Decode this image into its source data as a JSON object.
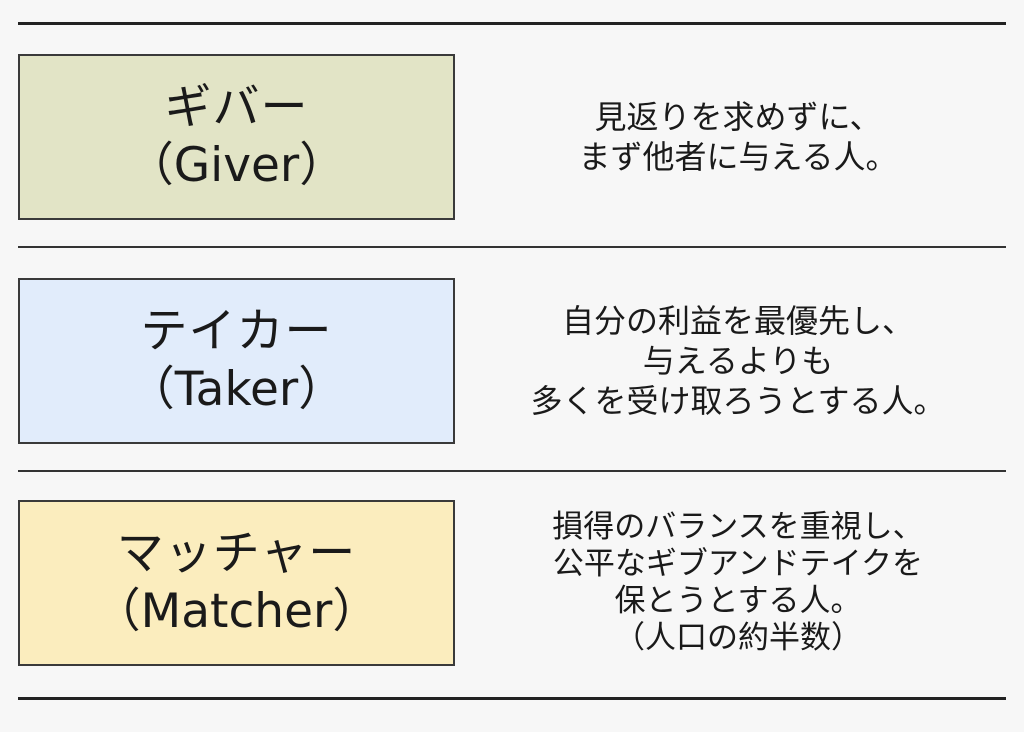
{
  "colors": {
    "giver_fill": "#e2e4c6",
    "taker_fill": "#e1ecfb",
    "matcher_fill": "#fbedbe"
  },
  "rows": [
    {
      "label_jp": "ギバー",
      "label_en": "（Giver）",
      "description": [
        "見返りを求めずに、",
        "まず他者に与える人。"
      ]
    },
    {
      "label_jp": "テイカー",
      "label_en": "（Taker）",
      "description": [
        "自分の利益を最優先し、",
        "与えるよりも",
        "多くを受け取ろうとする人。"
      ]
    },
    {
      "label_jp": "マッチャー",
      "label_en": "（Matcher）",
      "description": [
        "損得のバランスを重視し、",
        "公平なギブアンドテイクを",
        "保とうとする人。",
        "（人口の約半数）"
      ]
    }
  ]
}
